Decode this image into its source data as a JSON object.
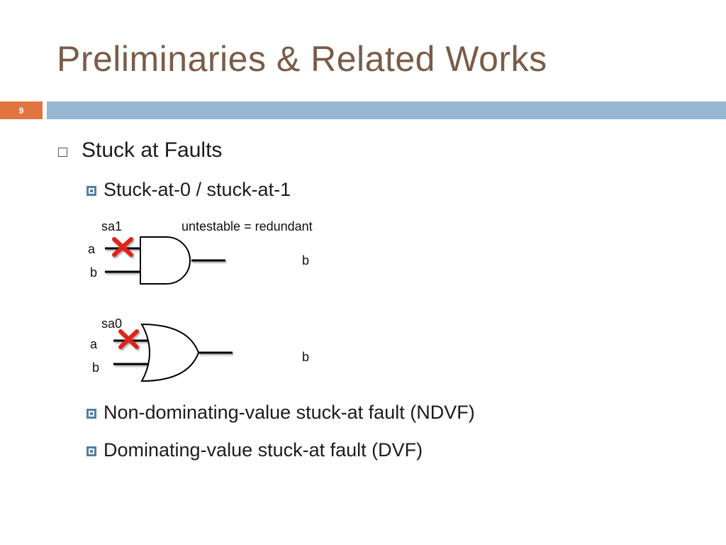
{
  "slide": {
    "title": "Preliminaries & Related Works",
    "page_number": "9",
    "accent_color": "#e2753f",
    "bar_color": "#95b7d2",
    "title_color": "#7a5c48"
  },
  "bullets": {
    "level1": "Stuck at Faults",
    "level2_first": "Stuck-at-0 / stuck-at-1",
    "level2_ndvf": "Non-dominating-value stuck-at fault (NDVF)",
    "level2_dvf": "Dominating-value stuck-at fault (DVF)"
  },
  "diagram": {
    "and_gate": {
      "fault_label": "sa1",
      "input_a": "a",
      "input_b": "b",
      "note": "untestable = redundant",
      "result_label": "b"
    },
    "or_gate": {
      "fault_label": "sa0",
      "input_a": "a",
      "input_b": "b",
      "result_label": "b"
    },
    "fault_icon": "red-x-icon",
    "fault_color": "#e0201c"
  }
}
